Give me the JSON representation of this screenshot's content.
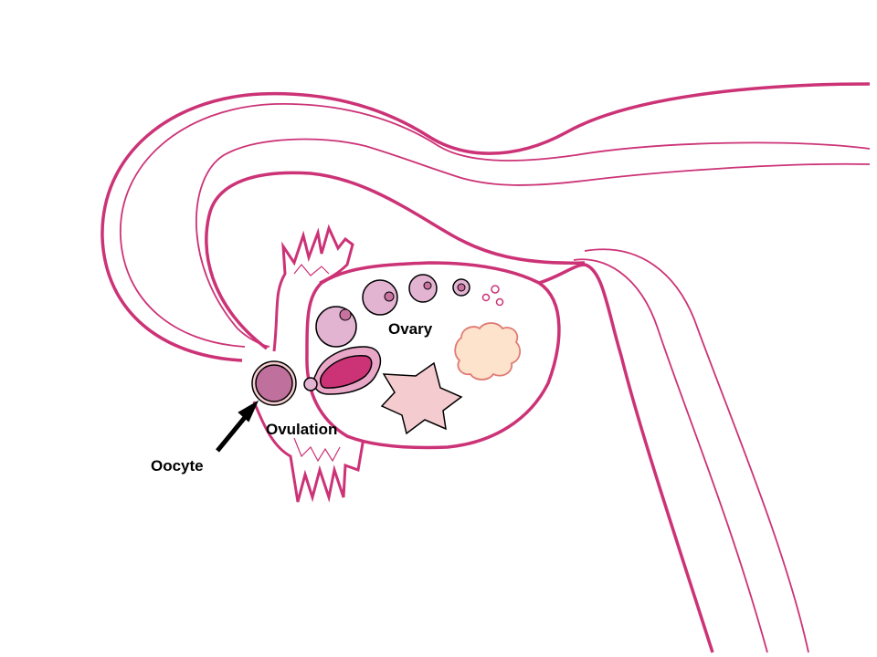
{
  "labels": {
    "ovary": "Ovary",
    "ovulation": "Ovulation",
    "oocyte": "Oocyte"
  },
  "colors": {
    "outline": "#cc3377",
    "follicle_fill": "#e3b3d2",
    "follicle_dark": "#c8739f",
    "oocyte_fill": "#c0709c",
    "ruptured_fill": "#cc3377",
    "corpus_luteum_fill": "#fde2cc",
    "corpus_luteum_stroke": "#e07a73",
    "corpus_albicans_fill": "#f4cccf",
    "text": "#000000"
  }
}
